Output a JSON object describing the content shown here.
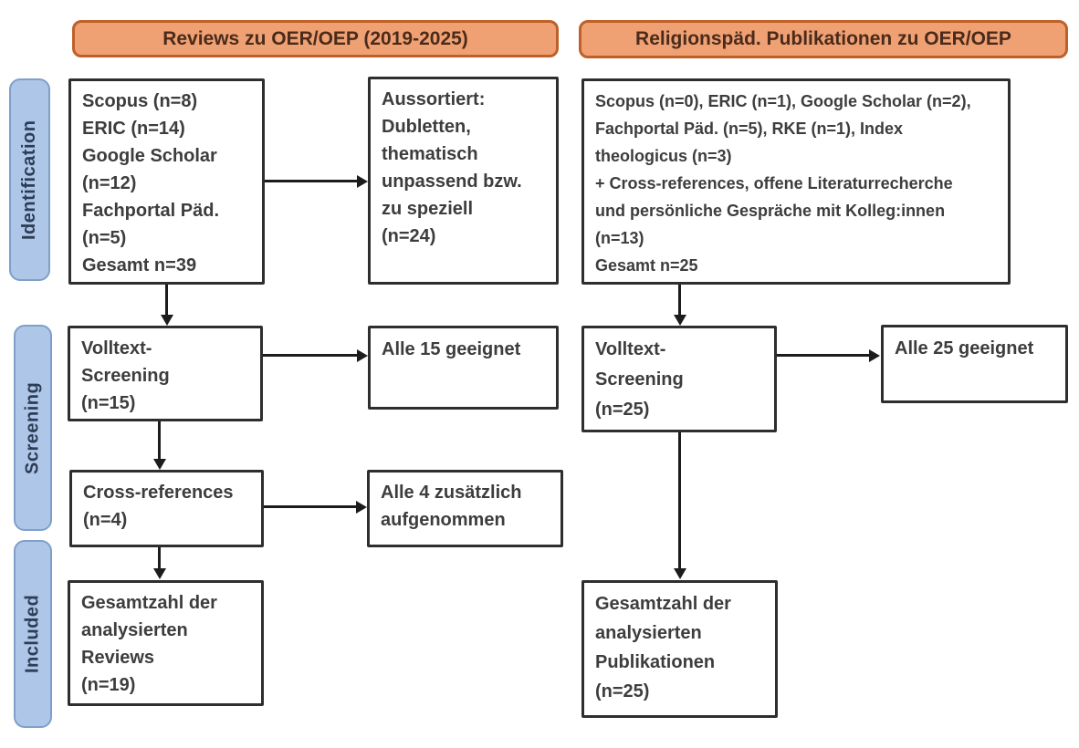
{
  "headers": {
    "left": "Reviews zu OER/OEP (2019-2025)",
    "right": "Religionspäd. Publikationen zu OER/OEP"
  },
  "stages": {
    "identification": "Identification",
    "screening": "Screening",
    "included": "Included"
  },
  "left_flow": {
    "sources": {
      "lines": [
        "Scopus (n=8)",
        "ERIC (n=14)",
        "Google Scholar",
        "(n=12)",
        "Fachportal Päd.",
        "(n=5)",
        "Gesamt n=39"
      ]
    },
    "excluded": {
      "lines": [
        "Aussortiert:",
        "Dubletten,",
        "thematisch",
        "unpassend bzw.",
        "zu speziell",
        "(n=24)"
      ]
    },
    "fulltext_screening": {
      "lines": [
        "Volltext-",
        "Screening",
        "(n=15)"
      ]
    },
    "fulltext_result": {
      "lines": [
        "Alle 15 geeignet"
      ]
    },
    "cross_references": {
      "lines": [
        "Cross-references",
        "(n=4)"
      ]
    },
    "cross_references_result": {
      "lines": [
        "Alle 4 zusätzlich",
        "aufgenommen"
      ]
    },
    "included_total": {
      "lines": [
        "Gesamtzahl der",
        "analysierten",
        "Reviews",
        "(n=19)"
      ]
    }
  },
  "right_flow": {
    "sources": {
      "lines": [
        "Scopus (n=0), ERIC (n=1), Google Scholar (n=2),",
        "Fachportal Päd. (n=5), RKE (n=1), Index",
        "theologicus (n=3)",
        "+ Cross-references, offene Literaturrecherche",
        "und persönliche Gespräche mit Kolleg:innen",
        "(n=13)",
        "Gesamt n=25"
      ]
    },
    "fulltext_screening": {
      "lines": [
        "Volltext-",
        "Screening",
        "(n=25)"
      ]
    },
    "fulltext_result": {
      "lines": [
        "Alle 25 geeignet"
      ]
    },
    "included_total": {
      "lines": [
        "Gesamtzahl der",
        "analysierten",
        "Publikationen",
        "(n=25)"
      ]
    }
  },
  "colors": {
    "header_fill": "#f0a173",
    "header_border": "#bf6028",
    "header_text": "#4a2b1b",
    "stage_fill": "#aec6e8",
    "stage_border": "#7f9fc9",
    "stage_text": "#2d3d56",
    "box_border": "#2e2e2e",
    "box_text": "#3d3d3d",
    "arrow": "#1c1c1c"
  }
}
